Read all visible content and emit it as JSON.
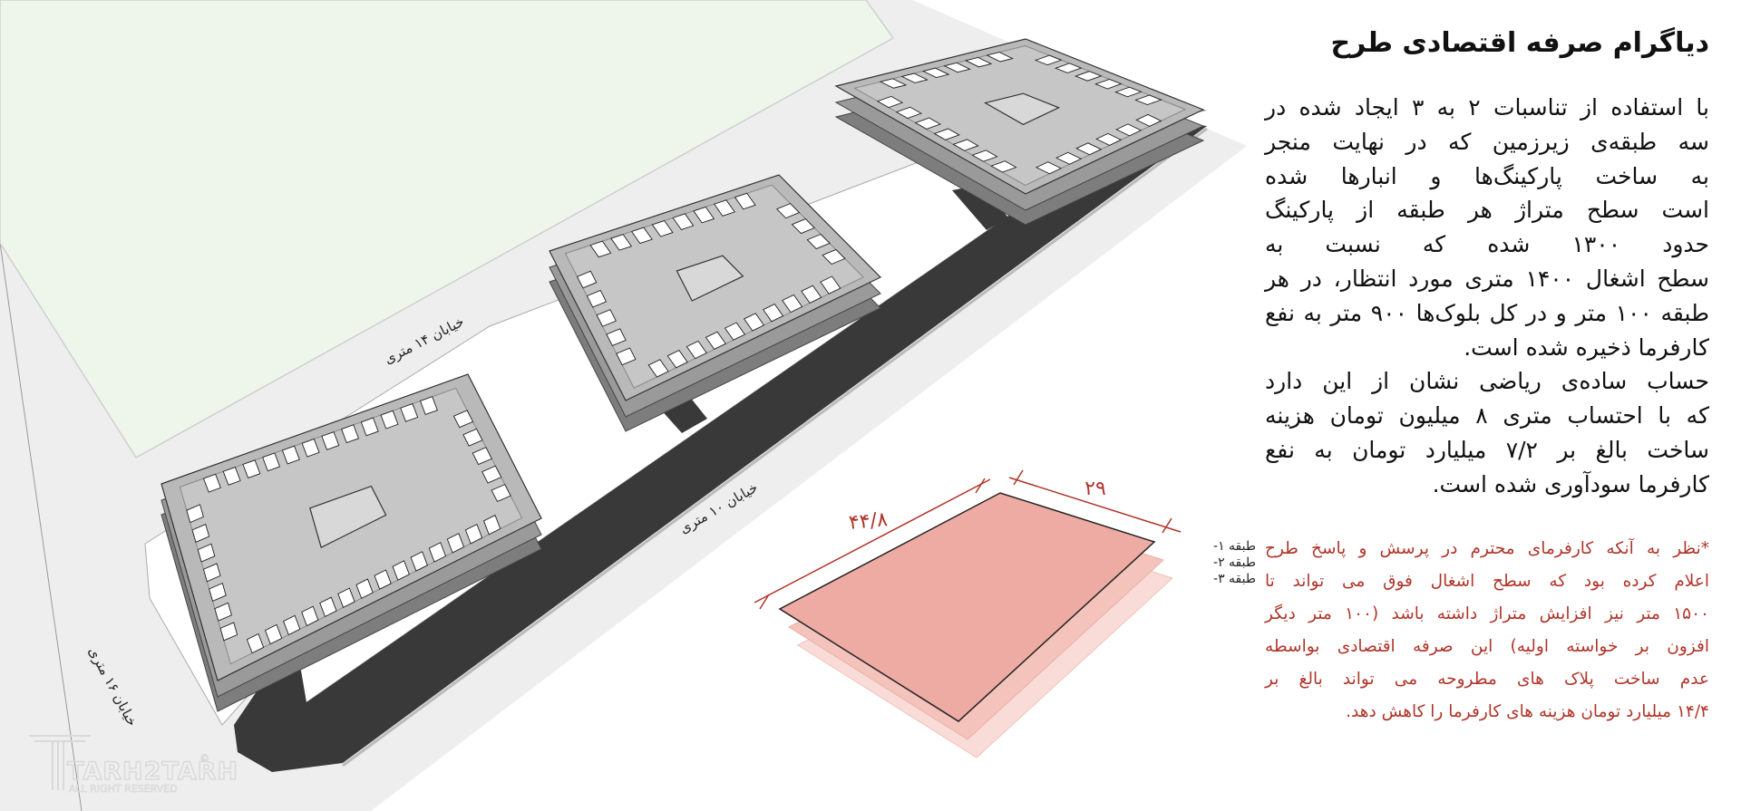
{
  "title": "دیاگرام صرفه اقتصادی طرح",
  "body_lines": [
    "با استفاده از تناسبات ۲ به ۳ ایجاد شده در",
    "سه طبقه‌ی زیرزمین که در نهایت منجر",
    "به ساخت پارکینگ‌ها و انبارها شده",
    "است سطح متراژ هر طبقه از پارکینگ",
    "حدود ۱۳۰۰ شده که نسبت به",
    "سطح اشغال ۱۴۰۰ متری مورد انتظار، در هر",
    "طبقه ۱۰۰ متر و در کل بلوک‌ها ۹۰۰ متر به نفع",
    "کارفرما ذخیره شده است.",
    "حساب ساده‌ی ریاضی نشان از این دارد",
    "که با احتساب متری ۸ میلیون تومان هزینه",
    "ساخت بالغ بر ۷/۲ میلیارد تومان به نفع",
    "کارفرما سودآوری شده است."
  ],
  "note_lines": [
    "*نظر به آنکه کارفرمای محترم در پرسش و پاسخ طرح",
    "اعلام کرده بود که سطح اشغال فوق می تواند تا",
    "۱۵۰۰ متر نیز افزایش متراژ داشته باشد (۱۰۰ متر دیگر",
    "افزون بر خواسته اولیه) این صرفه اقتصادی بواسطه",
    "عدم ساخت پلاک های مطروحه می تواند بالغ بر",
    "۱۴/۴ میلیارد تومان هزینه های کارفرما را کاهش دهد."
  ],
  "streets": {
    "street_14": "خیابان ۱۴ متری",
    "street_10": "خیابان ۱۰ متری",
    "street_16": "خیابان ۱۶ متری"
  },
  "slab": {
    "length_label": "۴۴/۸",
    "width_label": "۲۹",
    "floors": [
      "طبقه ۱-",
      "طبقه ۲-",
      "طبقه ۳-"
    ]
  },
  "logo": {
    "name": "TARH2TARH",
    "tagline": "ALL RIGHT RESERVED",
    "copyright": "©"
  },
  "colors": {
    "note_red": "#b0352a",
    "slab_pink": "#eeaba3",
    "road": "#3a393a",
    "green_area": "#eef6ec"
  }
}
